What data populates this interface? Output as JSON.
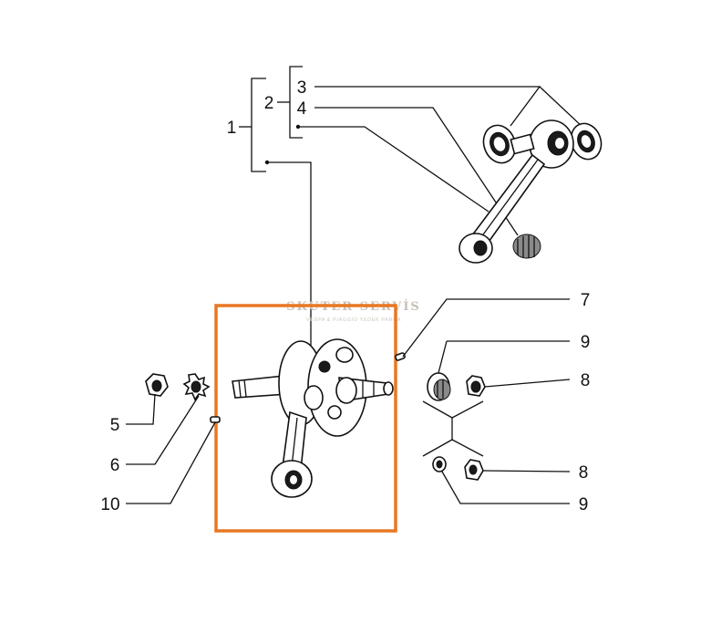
{
  "labels": {
    "l1": "1",
    "l2": "2",
    "l3": "3",
    "l4": "4",
    "l5": "5",
    "l6": "6",
    "l7": "7",
    "l8a": "8",
    "l8b": "8",
    "l9a": "9",
    "l9b": "9",
    "l10": "10"
  },
  "watermark": {
    "title": "SKUTER SERVİS",
    "subtitle": "VESPA & PIAGGIO YEDEK PARÇA"
  },
  "highlight_color": "#e87722"
}
